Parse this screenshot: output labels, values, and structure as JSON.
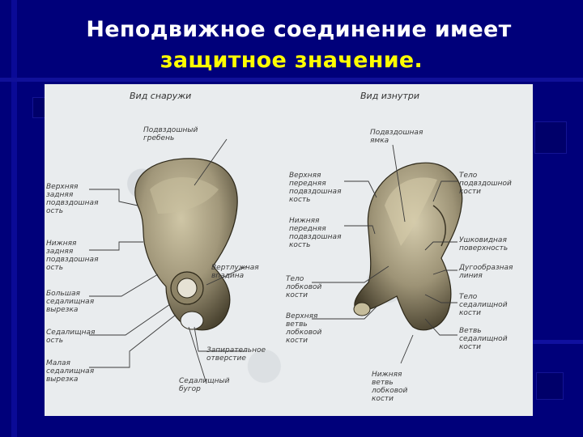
{
  "title": {
    "line1": "Неподвижное соединение имеет",
    "line2": "защитное значение."
  },
  "figure": {
    "views": {
      "outside": "Вид снаружи",
      "inside": "Вид изнутри"
    },
    "labels_outside": {
      "iliac_crest": "Подвздошный\nгребень",
      "superior_posterior_spine": "Верхняя\nзадняя\nподвздошная\nость",
      "inferior_posterior_spine": "Нижняя\nзадняя\nподвздошная\nость",
      "greater_sciatic_notch": "Большая\nседалищная\nвырезка",
      "ischial_spine": "Седалищная\nость",
      "lesser_sciatic_notch": "Малая\nседалищная\nвырезка",
      "acetabulum": "Вертлужная\nвпадина",
      "obturator_foramen": "Запирательное\nотверстие",
      "ischial_tuberosity": "Седалищный\nбугор"
    },
    "labels_inside": {
      "iliac_fossa": "Подвздошная\nямка",
      "superior_anterior_spine": "Верхняя\nпередняя\nподвздошная\nкость",
      "inferior_anterior_spine": "Нижняя\nпередняя\nподвздошная\nкость",
      "pubic_body": "Тело\nлобковой\nкости",
      "superior_pubic_ramus": "Верхняя\nветвь\nлобковой\nкости",
      "inferior_pubic_ramus": "Нижняя\nветвь\nлобковой\nкости",
      "ilium_body": "Тело\nподвздошной\nкости",
      "auricular_surface": "Ушковидная\nповерхность",
      "arcuate_line": "Дугообразная\nлиния",
      "ischium_body": "Тело\nседалищной\nкости",
      "ischial_ramus": "Ветвь\nседалищной\nкости"
    }
  },
  "colors": {
    "background": "#00007a",
    "title_white": "#ffffff",
    "title_yellow": "#ffff00",
    "bone_light": "#b3a98a",
    "bone_dark": "#3e3826",
    "panel": "#e9ecee"
  }
}
